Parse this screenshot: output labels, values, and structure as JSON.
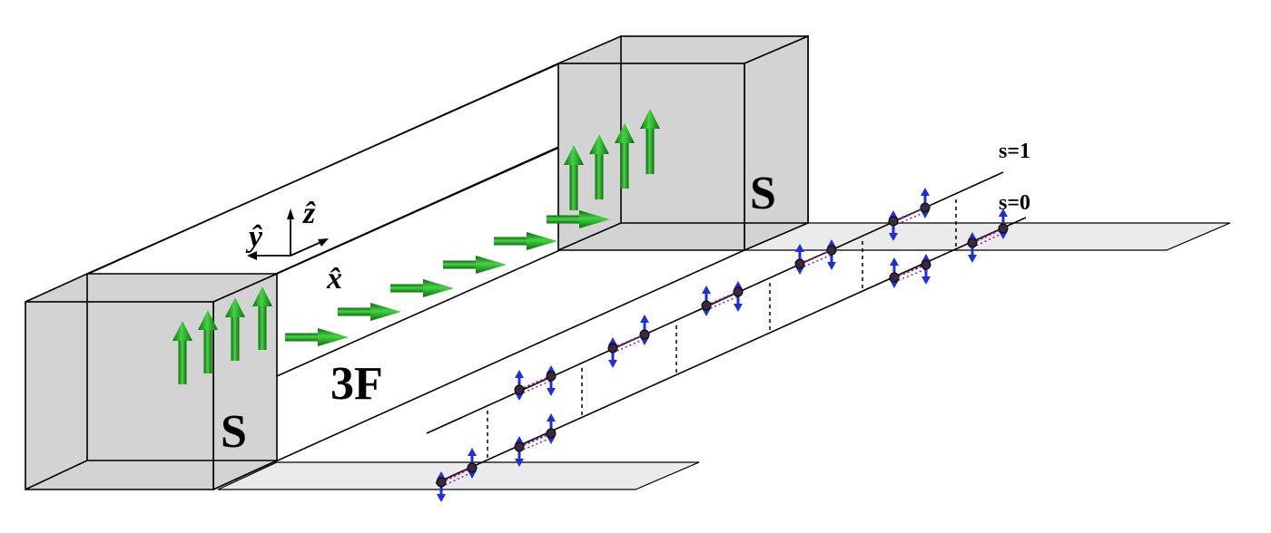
{
  "labels": {
    "left_superconductor": "S",
    "right_superconductor": "S",
    "ferromagnet": "3F",
    "axis_x": "x̂",
    "axis_y": "ŷ",
    "axis_z": "ẑ",
    "chain_top": "s=1",
    "chain_bottom": "s=0"
  },
  "colors": {
    "background": "#ffffff",
    "superconductor_face": "#d3d3d3",
    "magnetization_arrow": "#22a022",
    "spin_arrow": "#1c2fd8",
    "pair_bond": "#8a1f8a",
    "site": "#3a2a3a",
    "ground_plane": "#ebebeb"
  },
  "icons": {
    "magnetization": "green-3d-arrow",
    "spin": "blue-double-headed-arrow"
  }
}
